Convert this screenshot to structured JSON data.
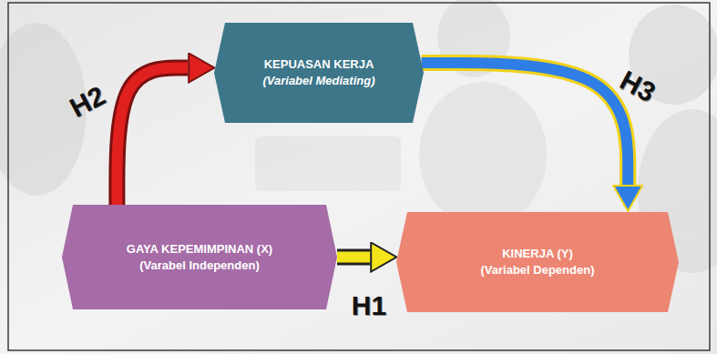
{
  "diagram": {
    "nodes": [
      {
        "text": [
          "KEPUASAN KERJA",
          "(Variabel Mediating)"
        ]
      },
      {
        "text": [
          "GAYA KEPEMIMPINAN (X)",
          "(Varabel Independen)"
        ]
      },
      {
        "text": [
          "KINERJA (Y)",
          "(Variabel Dependen)"
        ]
      }
    ],
    "edges": [
      {
        "from": 1,
        "to": 2,
        "arrow": "to",
        "label": "H1"
      },
      {
        "from": 1,
        "to": 0,
        "arrow": "to",
        "label": "H2"
      },
      {
        "from": 0,
        "to": 2,
        "arrow": "to",
        "label": "H3"
      }
    ]
  }
}
